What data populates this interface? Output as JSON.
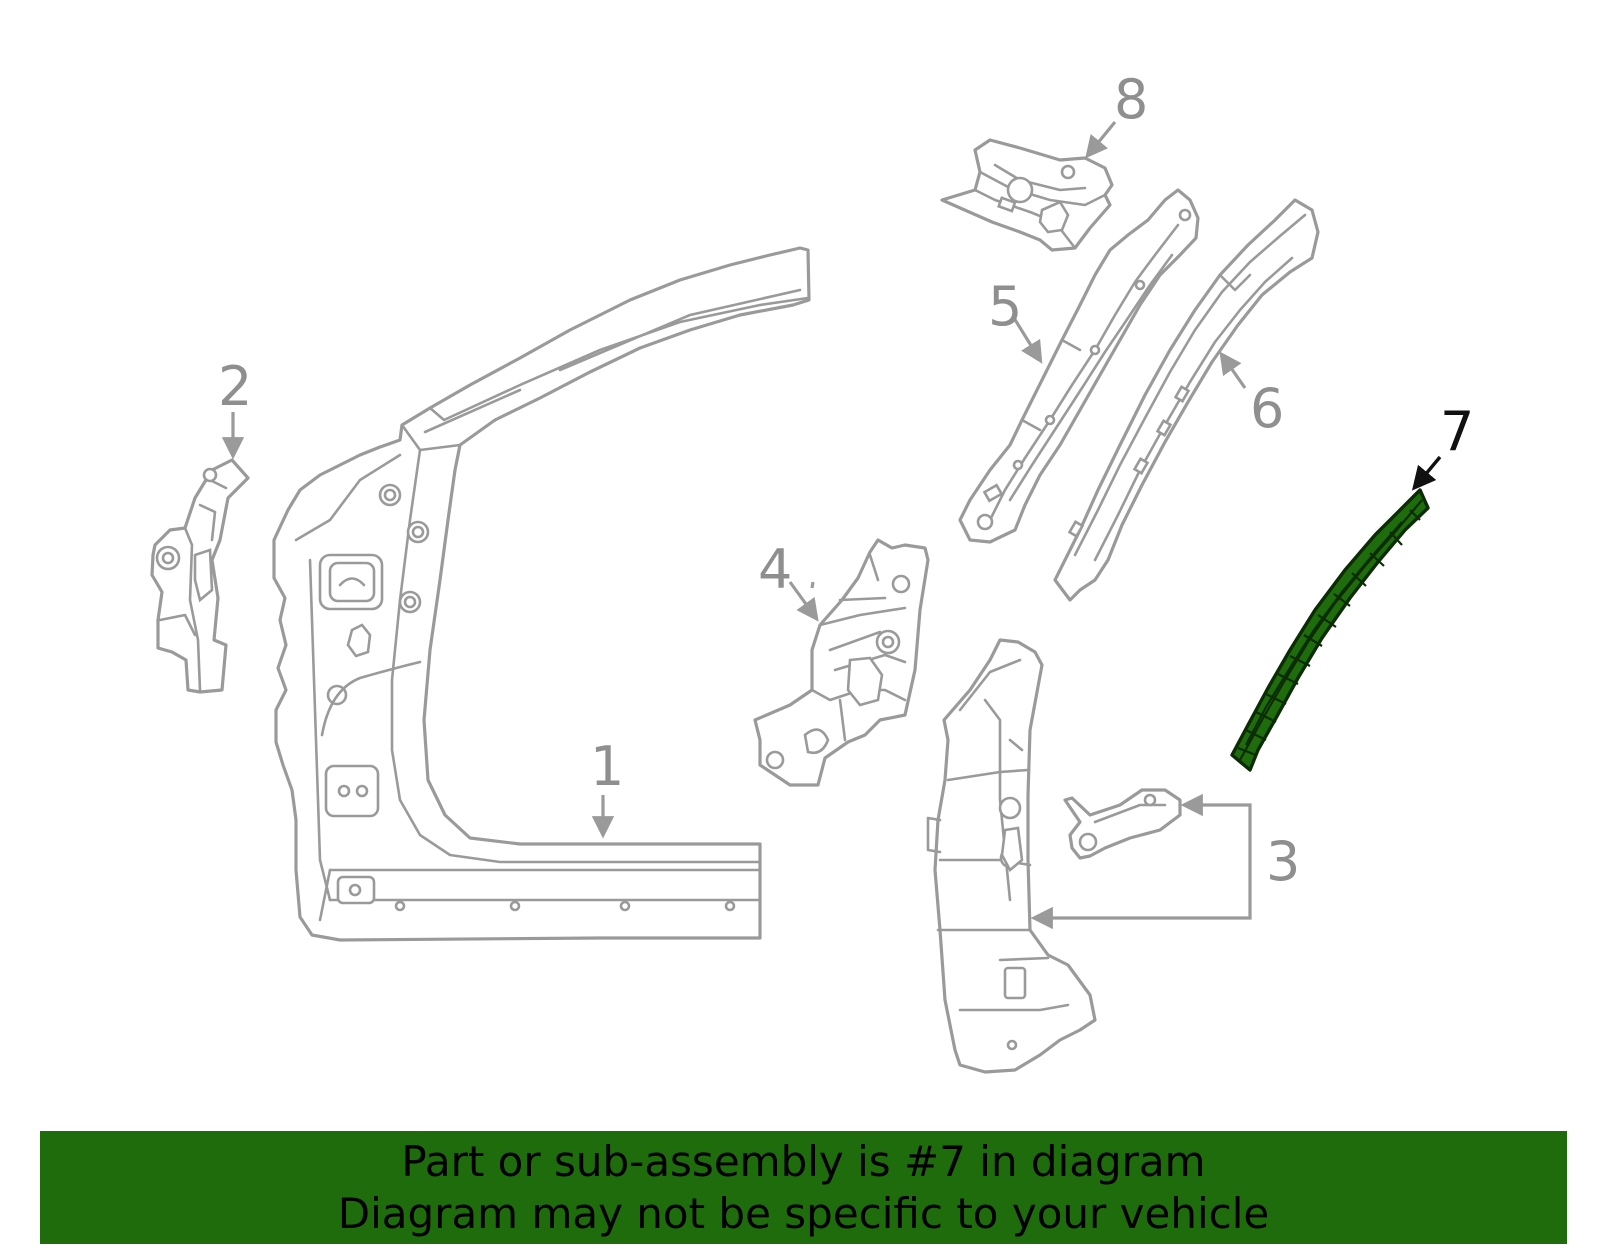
{
  "colors": {
    "line_art": "#9a9a9a",
    "highlight_fill": "#1e6c0c",
    "banner_background": "#1e6c0c",
    "banner_text": "#000000",
    "highlight_label": "#111111"
  },
  "callouts": [
    {
      "id": "1",
      "label": "1"
    },
    {
      "id": "2",
      "label": "2"
    },
    {
      "id": "3",
      "label": "3"
    },
    {
      "id": "4",
      "label": "4"
    },
    {
      "id": "5",
      "label": "5"
    },
    {
      "id": "6",
      "label": "6"
    },
    {
      "id": "7",
      "label": "7",
      "highlighted": true
    },
    {
      "id": "8",
      "label": "8"
    }
  ],
  "banner": {
    "line1": "Part or sub-assembly is #7 in diagram",
    "line2": "Diagram may not be specific to your vehicle"
  }
}
